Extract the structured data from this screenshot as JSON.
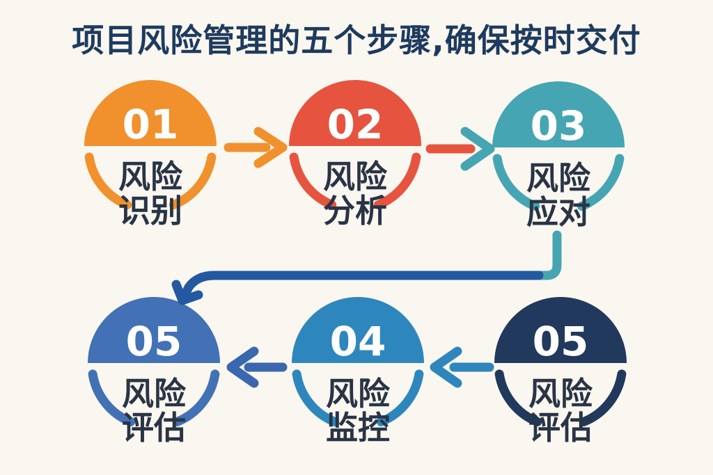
{
  "title": "项目风险管理的五个步骤,确保按时交付",
  "colors": {
    "background": "#FAF7F0",
    "title_text": "#1E3A5E",
    "label_text": "#293445",
    "number_text": "#FFFFFF"
  },
  "steps": [
    {
      "number": "01",
      "label": "风险识别",
      "lines": [
        "风险",
        "识别"
      ],
      "color": "#F0912D"
    },
    {
      "number": "02",
      "label": "风险分析",
      "lines": [
        "风险",
        "分析"
      ],
      "color": "#E65440"
    },
    {
      "number": "03",
      "label": "风险应对",
      "lines": [
        "风险",
        "应对"
      ],
      "color": "#46A5B2"
    },
    {
      "number": "05",
      "label": "风险评估",
      "lines": [
        "风险",
        "评估"
      ],
      "color": "#4272B5"
    },
    {
      "number": "04",
      "label": "风险监控",
      "lines": [
        "风险",
        "监控"
      ],
      "color": "#2E87BC"
    },
    {
      "number": "05",
      "label": "风险评估",
      "lines": [
        "风险",
        "评估"
      ],
      "color": "#21395C"
    }
  ],
  "arrows": [
    {
      "name": "step1-to-step2",
      "direction": "right",
      "color": "#F0912D"
    },
    {
      "name": "step2-to-step3",
      "direction": "right",
      "shaft_color": "#E65440",
      "head_color": "#46A5B2"
    },
    {
      "name": "connector-step3-down",
      "direction": "down-left",
      "start_color": "#46A5B2",
      "end_color": "#2458A0"
    },
    {
      "name": "bottomright-to-middle",
      "direction": "left",
      "color": "#2E86BC"
    },
    {
      "name": "middle-to-bottomleft",
      "direction": "left",
      "color": "#3A67AE"
    }
  ]
}
